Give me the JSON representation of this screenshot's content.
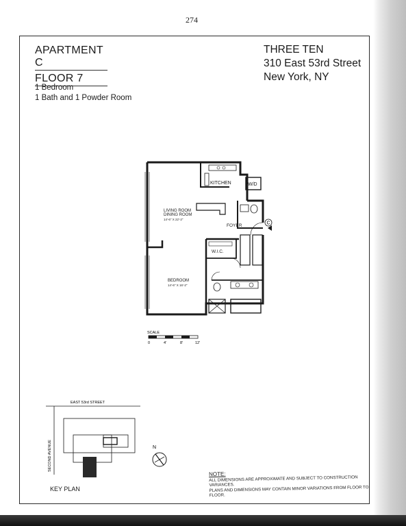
{
  "page_number": "274",
  "apartment": {
    "name": "APARTMENT C",
    "floor": "FLOOR 7"
  },
  "description": [
    "1 Bedroom",
    "1 Bath and 1 Powder Room"
  ],
  "building": {
    "name": "THREE TEN",
    "address": "310 East 53rd Street",
    "city": "New York, NY"
  },
  "plan": {
    "kitchen": "KITCHEN",
    "wd": "W/D",
    "living_room": "LIVING ROOM",
    "dining_room": "DINING ROOM",
    "living_dims": "14'-6\" X 22'-2\"",
    "foyer": "FOYER",
    "unit_marker": "C",
    "wic": "W.I.C.",
    "bedroom": "BEDROOM",
    "bedroom_dims": "14'-6\" X 16'-2\""
  },
  "scale": {
    "label": "SCALE",
    "ticks": [
      "0",
      "4'",
      "8'",
      "12'"
    ]
  },
  "key_plan": {
    "street": "EAST 53rd STREET",
    "avenue": "SECOND AVENUE",
    "label": "KEY PLAN",
    "compass": "N"
  },
  "note": {
    "title": "NOTE:",
    "line1": "ALL DIMENSIONS ARE APPROXIMATE AND SUBJECT TO CONSTRUCTION VARIANCES.",
    "line2": "PLANS AND DIMENSIONS MAY CONTAIN MINOR VARIATIONS FROM FLOOR TO FLOOR."
  },
  "colors": {
    "ink": "#1a1a1a",
    "frame": "#2a2a2a",
    "gutter": "#c8c8c8"
  }
}
